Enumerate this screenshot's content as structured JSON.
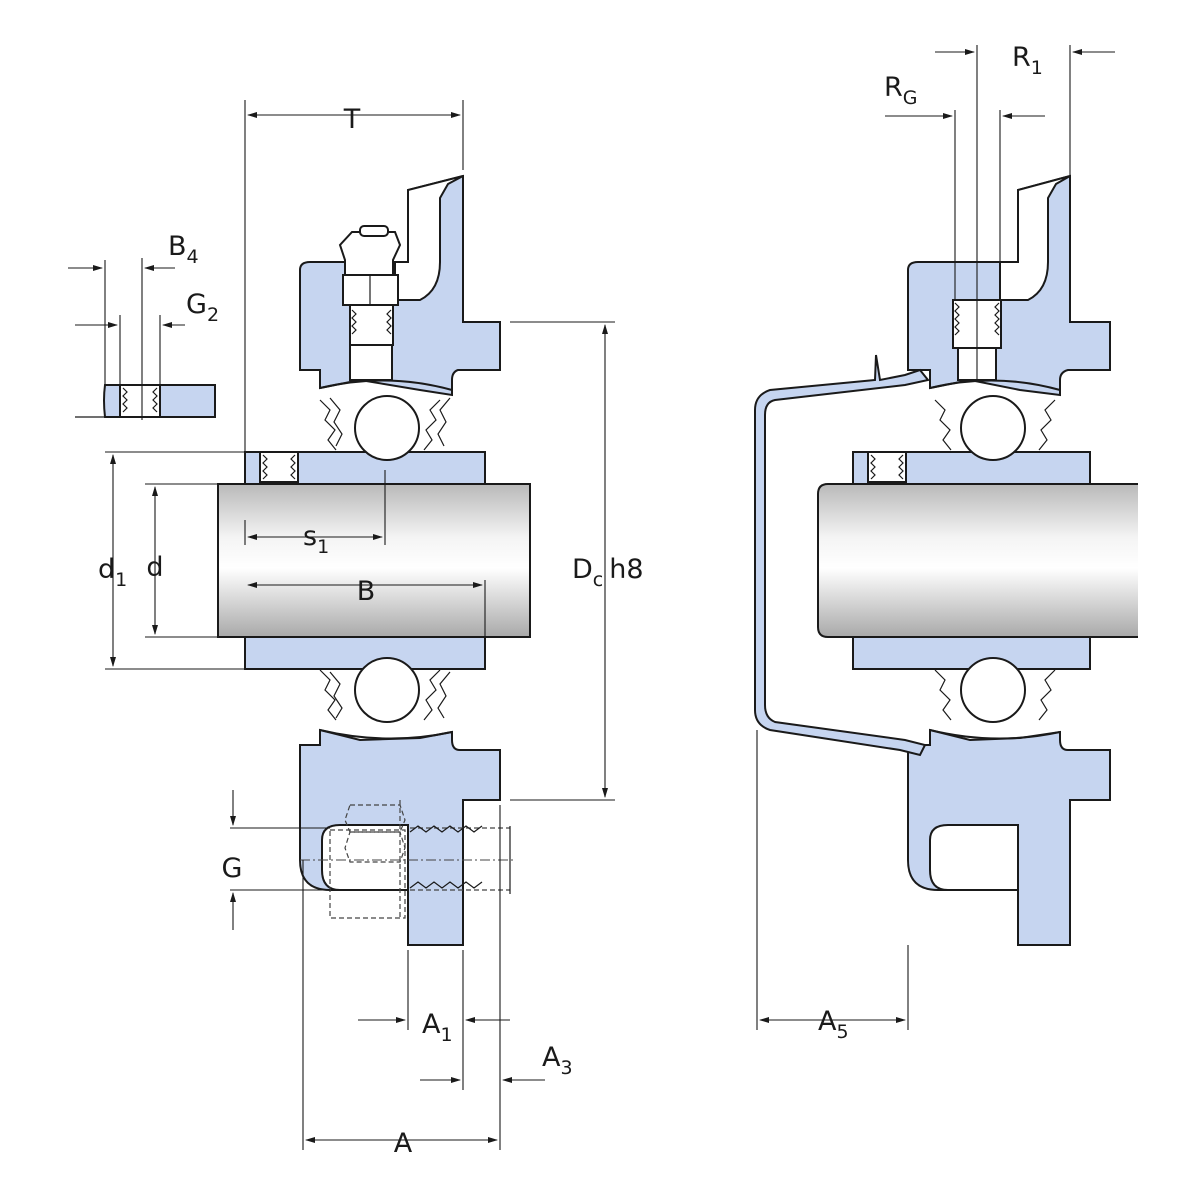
{
  "colors": {
    "body": "#c6d5f0",
    "line": "#1a1a1a",
    "background": "#ffffff"
  },
  "left_view": {
    "T": "T",
    "B4": {
      "main": "B",
      "sub": "4"
    },
    "G2": {
      "main": "G",
      "sub": "2"
    },
    "d1": {
      "main": "d",
      "sub": "1"
    },
    "d": "d",
    "s1": {
      "main": "s",
      "sub": "1"
    },
    "B": "B",
    "Dc": {
      "main": "D",
      "sub": "c",
      "suffix": "h8"
    },
    "G": "G",
    "A1": {
      "main": "A",
      "sub": "1"
    },
    "A3": {
      "main": "A",
      "sub": "3"
    },
    "A": "A"
  },
  "right_view": {
    "RG": {
      "main": "R",
      "sub": "G"
    },
    "R1": {
      "main": "R",
      "sub": "1"
    },
    "A5": {
      "main": "A",
      "sub": "5"
    }
  }
}
